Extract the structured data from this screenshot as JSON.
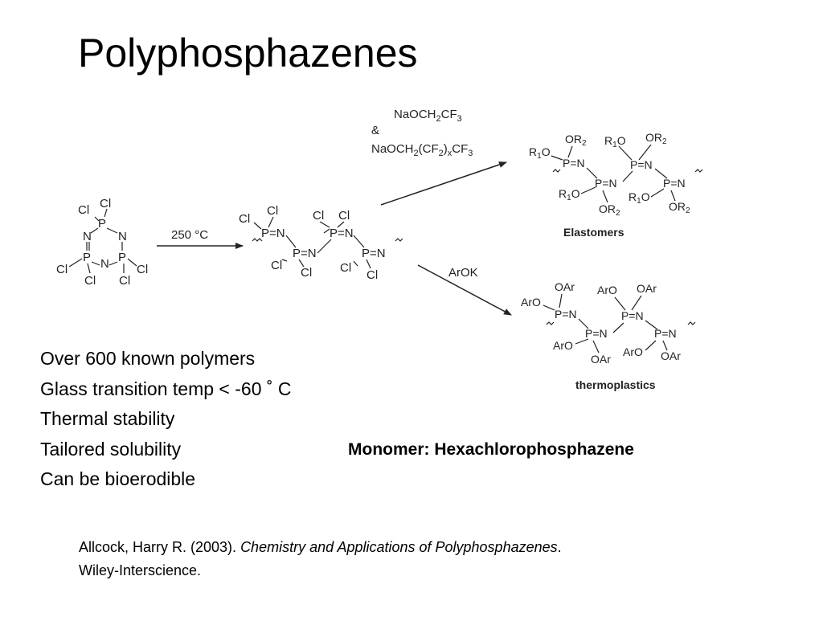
{
  "slide": {
    "title": "Polyphosphazenes",
    "bullets": [
      "Over 600 known polymers",
      "Glass transition temp < -60 ˚ C",
      "Thermal stability",
      "Tailored solubility",
      "Can be bioerodible"
    ],
    "monomer_caption": "Monomer: Hexachlorophosphazene",
    "reference": {
      "author_year": "Allcock, Harry R. (2003). ",
      "book_title": "Chemistry and Applications of Polyphosphazenes",
      "after_title": ".",
      "publisher": "Wiley-Interscience."
    }
  },
  "scheme": {
    "step1_condition": "250 °C",
    "route_upper": {
      "reagent1_prefix": "NaOCH",
      "reagent1_sub1": "2",
      "reagent1_mid": "CF",
      "reagent1_sub2": "3",
      "connector": "&",
      "reagent2_a": "NaOCH",
      "reagent2_sub1": "2",
      "reagent2_b": "(CF",
      "reagent2_sub2": "2",
      "reagent2_c": ")",
      "reagent2_sub3": "x",
      "reagent2_d": "CF",
      "reagent2_sub4": "3",
      "product_label": "Elastomers"
    },
    "route_lower": {
      "reagent": "ArOK",
      "product_label": "thermoplastics"
    },
    "atoms": {
      "P": "P",
      "N": "N",
      "Cl": "Cl",
      "R1O": "R",
      "R1O_sub": "1",
      "R1O_tail": "O",
      "OR2": "OR",
      "OR2_sub": "2",
      "OAr": "OAr",
      "ArO": "ArO",
      "bond_PN": "P=N",
      "bond_NP": "N=P"
    }
  }
}
